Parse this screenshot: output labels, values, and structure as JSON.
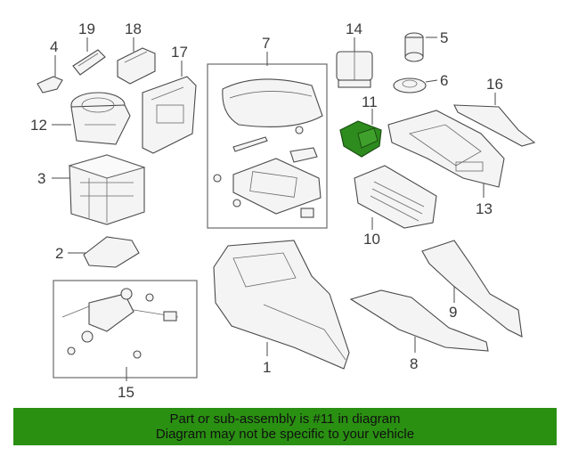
{
  "diagram": {
    "callouts": {
      "c1": "1",
      "c2": "2",
      "c3": "3",
      "c4": "4",
      "c5": "5",
      "c6": "6",
      "c7": "7",
      "c8": "8",
      "c9": "9",
      "c10": "10",
      "c11": "11",
      "c12": "12",
      "c13": "13",
      "c14": "14",
      "c15": "15",
      "c16": "16",
      "c17": "17",
      "c18": "18",
      "c19": "19"
    },
    "highlighted_part": "11",
    "highlight_color": "#2e8b1e"
  },
  "banner": {
    "line1": "Part or sub-assembly is #11 in diagram",
    "line2": "Diagram may not be specific to your vehicle",
    "background": "#2a9012"
  }
}
